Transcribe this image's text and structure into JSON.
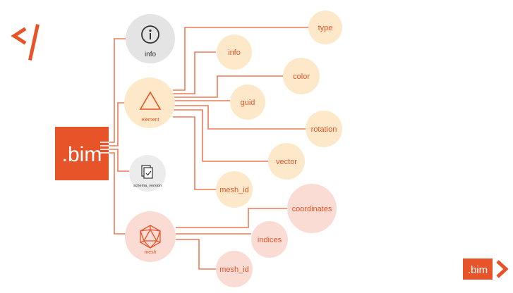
{
  "logo": {
    "text": ".bim"
  },
  "nodes": {
    "info_top": "info",
    "element": "element",
    "schema_version": "schema_version",
    "mesh": "mesh",
    "type": "type",
    "info": "info",
    "color": "color",
    "guid": "guid",
    "rotation": "rotation",
    "vector": "vector",
    "mesh_id_element": "mesh_id",
    "coordinates": "coordinates",
    "indices": "indices",
    "mesh_id_mesh": "mesh_id"
  },
  "brand": {
    "text": ".bim"
  },
  "icons": {
    "top_left": "code-slash-icon",
    "info": "info-icon",
    "element": "triangle-icon",
    "schema_version": "document-check-icon",
    "mesh": "icosahedron-icon",
    "brand_arrow": "chevron-right-icon"
  },
  "colors": {
    "accent": "#e8542a",
    "element_fill": "#fde9c9",
    "mesh_fill": "#fadcd4",
    "info_fill": "#e4e4e4",
    "schema_fill": "#ececec"
  }
}
